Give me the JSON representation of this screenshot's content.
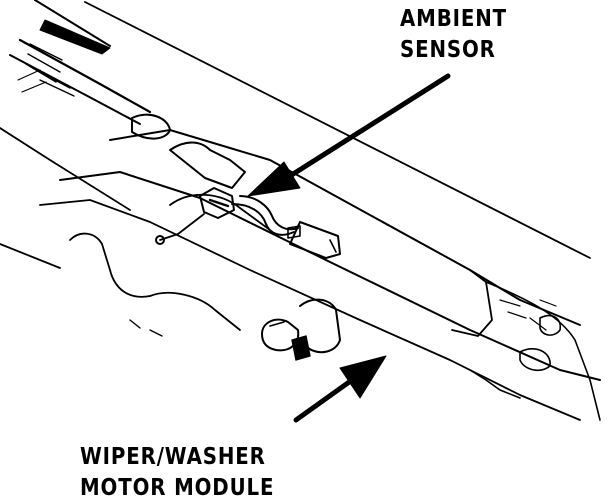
{
  "diagram": {
    "labels": {
      "ambient_sensor": [
        "AMBIENT",
        "SENSOR"
      ],
      "wiper_washer_module": [
        "WIPER/WASHER",
        "MOTOR MODULE"
      ]
    },
    "colors": {
      "ink": "#000000",
      "paper": "#ffffff"
    }
  }
}
